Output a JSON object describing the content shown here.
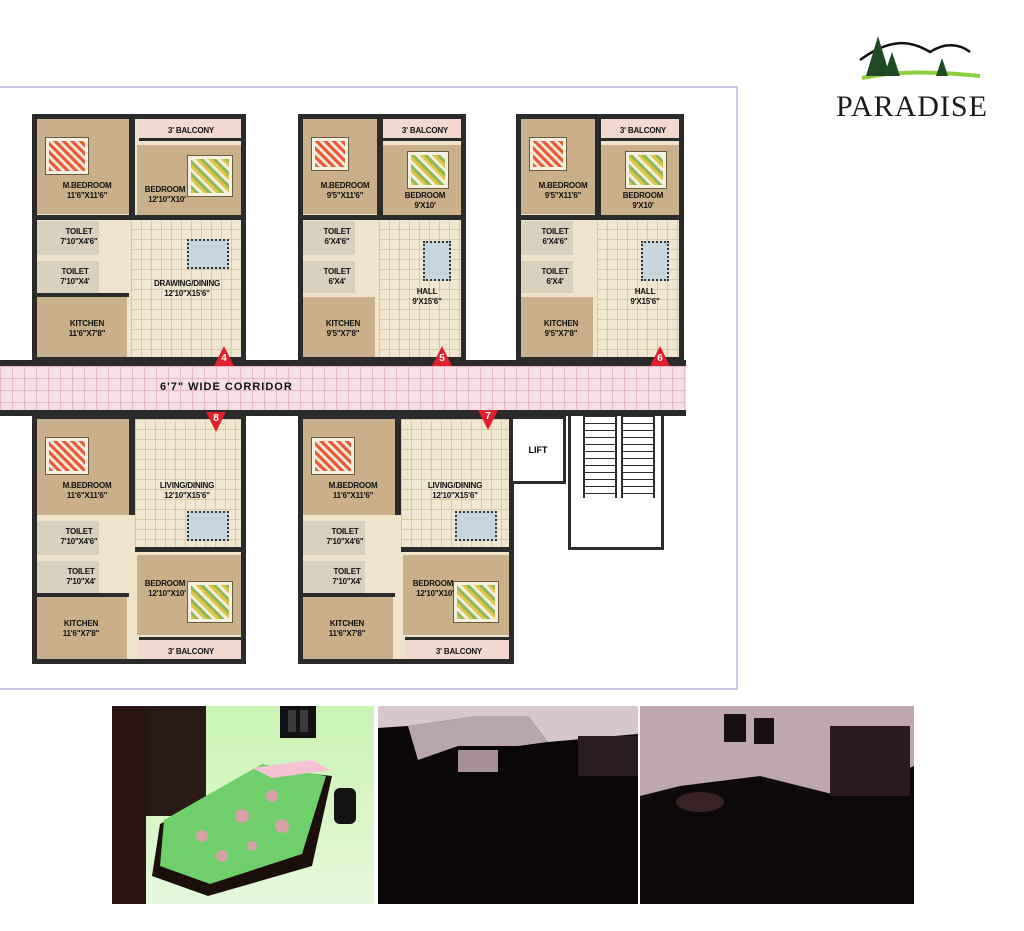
{
  "brand": {
    "name": "PARADISE"
  },
  "corridor": {
    "label": "6'7\" WIDE CORRIDOR"
  },
  "core": {
    "lift_label": "LIFT"
  },
  "apartments": [
    {
      "door": "4",
      "rooms": {
        "balcony": "3' BALCONY",
        "master": "M.BEDROOM",
        "master_dim": "11'6\"X11'6\"",
        "bedroom": "BEDROOM",
        "bedroom_dim": "12'10\"X10'",
        "toilet1": "TOILET",
        "toilet1_dim": "7'10\"X4'6\"",
        "toilet2": "TOILET",
        "toilet2_dim": "7'10\"X4'",
        "living": "DRAWING/DINING",
        "living_dim": "12'10\"X15'6\"",
        "kitchen": "KITCHEN",
        "kitchen_dim": "11'6\"X7'8\""
      }
    },
    {
      "door": "5",
      "rooms": {
        "balcony": "3' BALCONY",
        "master": "M.BEDROOM",
        "master_dim": "9'5\"X11'6\"",
        "bedroom": "BEDROOM",
        "bedroom_dim": "9'X10'",
        "toilet1": "TOILET",
        "toilet1_dim": "6'X4'6\"",
        "toilet2": "TOILET",
        "toilet2_dim": "6'X4'",
        "living": "HALL",
        "living_dim": "9'X15'6\"",
        "kitchen": "KITCHEN",
        "kitchen_dim": "9'5\"X7'8\""
      }
    },
    {
      "door": "6",
      "rooms": {
        "balcony": "3' BALCONY",
        "master": "M.BEDROOM",
        "master_dim": "9'5\"X11'6\"",
        "bedroom": "BEDROOM",
        "bedroom_dim": "9'X10'",
        "toilet1": "TOILET",
        "toilet1_dim": "6'X4'6\"",
        "toilet2": "TOILET",
        "toilet2_dim": "6'X4'",
        "living": "HALL",
        "living_dim": "9'X15'6\"",
        "kitchen": "KITCHEN",
        "kitchen_dim": "9'5\"X7'8\""
      }
    },
    {
      "door": "8",
      "rooms": {
        "balcony": "3' BALCONY",
        "master": "M.BEDROOM",
        "master_dim": "11'6\"X11'6\"",
        "bedroom": "BEDROOM",
        "bedroom_dim": "12'10\"X10'",
        "toilet1": "TOILET",
        "toilet1_dim": "7'10\"X4'6\"",
        "toilet2": "TOILET",
        "toilet2_dim": "7'10\"X4'",
        "living": "LIVING/DINING",
        "living_dim": "12'10\"X15'6\"",
        "kitchen": "KITCHEN",
        "kitchen_dim": "11'6\"X7'8\""
      }
    },
    {
      "door": "7",
      "rooms": {
        "balcony": "3' BALCONY",
        "master": "M.BEDROOM",
        "master_dim": "11'6\"X11'6\"",
        "bedroom": "BEDROOM",
        "bedroom_dim": "12'10\"X10'",
        "toilet1": "TOILET",
        "toilet1_dim": "7'10\"X4'6\"",
        "toilet2": "TOILET",
        "toilet2_dim": "7'10\"X4'",
        "living": "LIVING/DINING",
        "living_dim": "12'10\"X15'6\"",
        "kitchen": "KITCHEN",
        "kitchen_dim": "11'6\"X7'8\""
      }
    }
  ],
  "photos": [
    {
      "subject": "bedroom-photo"
    },
    {
      "subject": "dark-interior-photo"
    },
    {
      "subject": "living-room-photo"
    }
  ],
  "colors": {
    "door_badge": "#e0202b",
    "frame": "#c9c9e6",
    "corridor": "#f7dfe6",
    "logo_green": "#8ccf3f"
  }
}
